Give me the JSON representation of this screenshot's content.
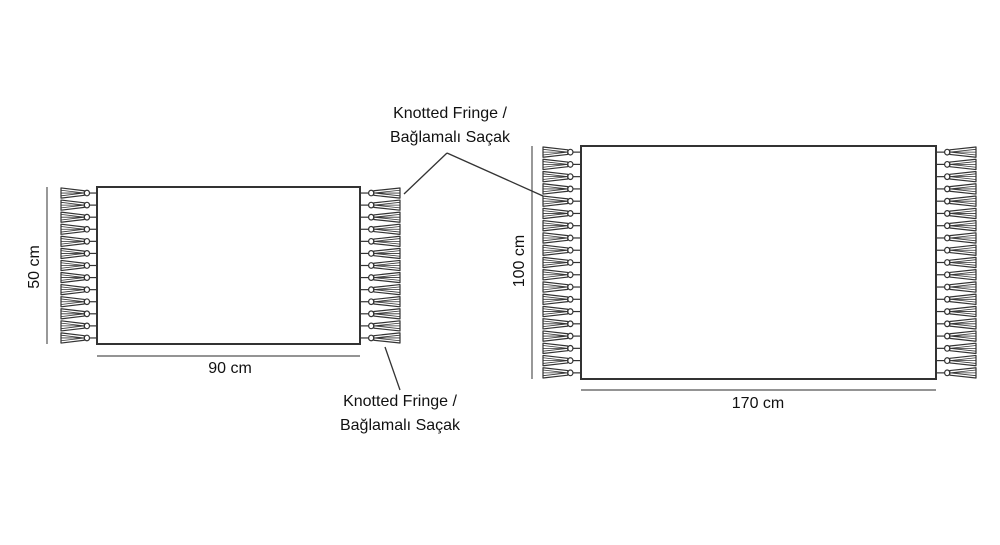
{
  "rugs": [
    {
      "id": "small",
      "width_label": "90 cm",
      "height_label": "50 cm",
      "tassels_per_side": 13
    },
    {
      "id": "large",
      "width_label": "170 cm",
      "height_label": "100 cm",
      "tassels_per_side": 19
    }
  ],
  "callouts": {
    "top": {
      "line1": "Knotted Fringe /",
      "line2": "Bağlamalı Saçak"
    },
    "bottom": {
      "line1": "Knotted Fringe /",
      "line2": "Bağlamalı Saçak"
    }
  },
  "colors": {
    "stroke": "#333333",
    "tassel_fill": "#ffffff"
  }
}
